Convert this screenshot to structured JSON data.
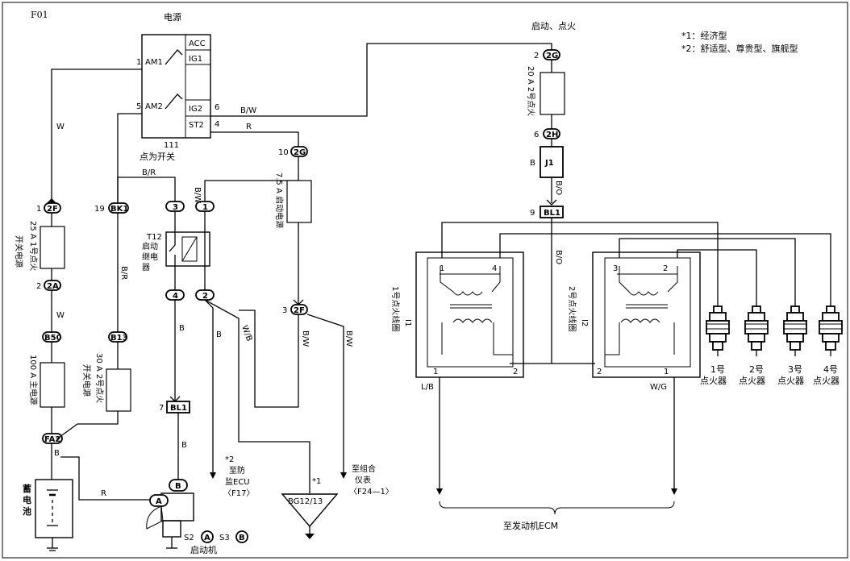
{
  "diagram_code": "F01",
  "labels": {
    "power_source": "电源",
    "start_ignition": "启动、点火",
    "note1": "*1：经济型",
    "note2": "*2：舒适型、尊贵型、旗舰型",
    "switch_point": "点为开关",
    "switch_num": "111",
    "relay_name": "T12",
    "relay_desc": "启动\n继电\n器",
    "to_security_ecu": "*2\n至防\n盗ECU\n〈F17〉",
    "to_cluster": "*1\n至组合\n仪表\n〈F24—1〉",
    "ground_bg": "BG12/13",
    "battery": "蓄电池",
    "starter": "启动机",
    "ecm": "至发动机ECM",
    "coil1": "1号点火线圈",
    "coil2": "2号点火线圈",
    "coil1_id": "I1",
    "coil2_id": "I2",
    "legend_s2": "S2",
    "legend_s3": "S3"
  },
  "switch_terminals": {
    "am1": "AM1",
    "am2": "AM2",
    "acc": "ACC",
    "ig1": "IG1",
    "ig2": "IG2",
    "st2": "ST2",
    "am1_pin": "1",
    "am2_pin": "5",
    "ig2_pin": "6",
    "st2_pin": "4"
  },
  "fuses": [
    {
      "text": "25 A 1号点火\n开关电源"
    },
    {
      "text": "100 A 主电源"
    },
    {
      "text": "30 A 2号点火\n开关电源"
    },
    {
      "text": "7.5 A 启动电源"
    },
    {
      "text": "20 A 2号点火"
    }
  ],
  "connectors": {
    "2F_top": "2F",
    "2F_top_pin": "1",
    "2A": "2A",
    "2A_pin": "2",
    "B50": "B50",
    "B13": "B13",
    "FA2": "FA2",
    "BK1": "BK1",
    "BK1_pin": "19",
    "2G": "2G",
    "2G_pin": "10",
    "2F_mid": "2F",
    "2F_mid_pin": "3",
    "2G_right": "2G",
    "2G_right_pin": "2",
    "2H": "2H",
    "2H_pin": "6",
    "J1": "J1",
    "J1_pin": "B",
    "BL1_right": "BL1",
    "BL1_right_pin": "9",
    "BL1_left": "BL1",
    "BL1_left_pin": "7",
    "relay_pins": [
      "3",
      "1",
      "4",
      "2"
    ],
    "starter_A": "A",
    "starter_B": "B"
  },
  "wires": {
    "w_left": "W",
    "w_left2": "W",
    "b_fa2": "B",
    "r_batt": "R",
    "br_top": "B/R",
    "br_side": "B/R",
    "bw_ig2": "B/W",
    "r_st2": "R",
    "bw_relay": "B/W",
    "b_relay4": "B",
    "b_relay2": "B",
    "wb": "W/B",
    "b_starter": "B",
    "bw_2f": "B/W",
    "bw_2f2": "B/W",
    "bo_j1": "B/O",
    "bo_mid": "B/O",
    "lb": "L/B",
    "wg": "W/G"
  },
  "coil_pins": {
    "c1_tl": "1",
    "c1_tr": "4",
    "c1_bl": "1",
    "c1_br": "2",
    "c2_tl": "3",
    "c2_tr": "2",
    "c2_bl": "2",
    "c2_br": "1"
  },
  "spark_plugs": [
    "1号\n点火器",
    "2号\n点火器",
    "3号\n点火器",
    "4号\n点火器"
  ]
}
